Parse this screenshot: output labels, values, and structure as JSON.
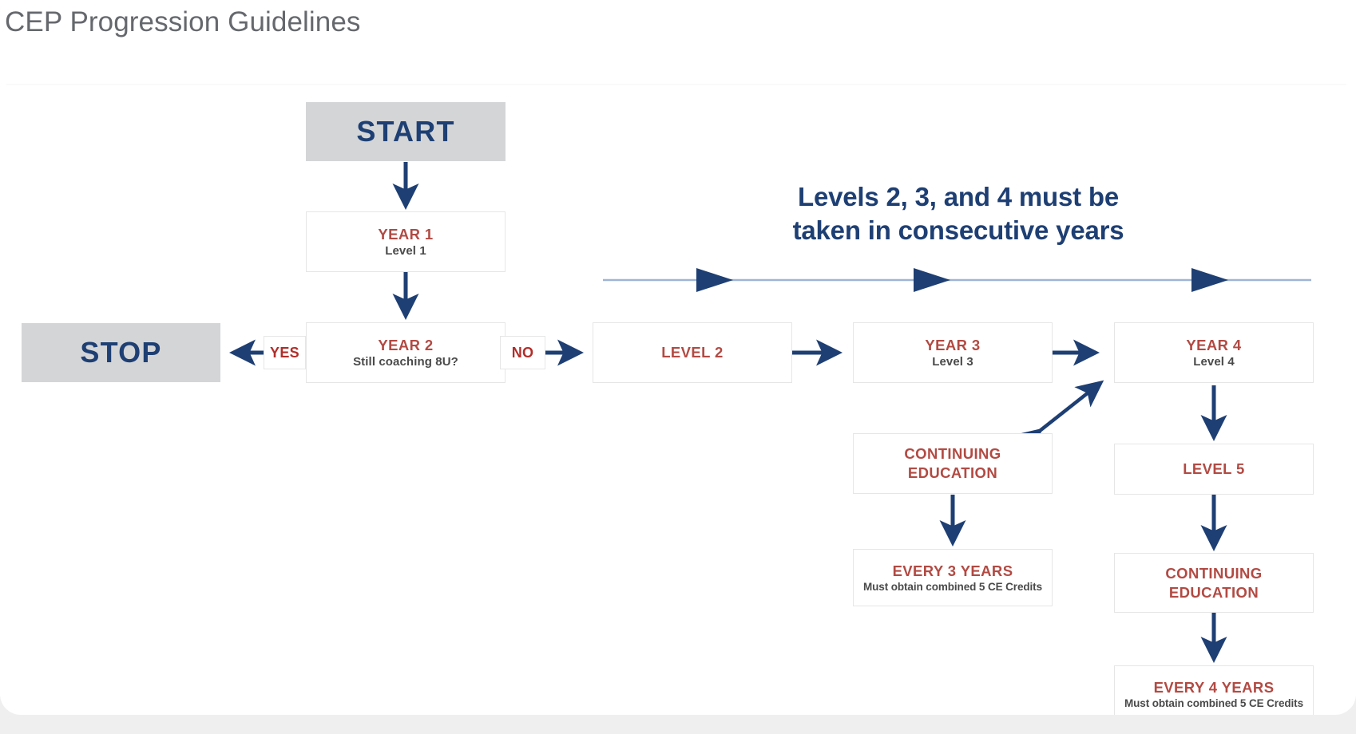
{
  "page": {
    "title": "CEP Progression Guidelines",
    "background_color": "#ffffff",
    "card_background": "#ffffff"
  },
  "colors": {
    "navy": "#1e3f73",
    "red": "#b24a43",
    "gray_fill": "#d4d5d7",
    "box_border": "#e6e6e6",
    "title_gray": "#65686d",
    "light_blue_line": "#9fb4d4"
  },
  "diagram": {
    "type": "flowchart",
    "headline": "Levels 2, 3, and 4 must be\ntaken in consecutive years",
    "nodes": [
      {
        "id": "start",
        "label": "START",
        "sub": "",
        "style": "filled-navy"
      },
      {
        "id": "year1",
        "label": "YEAR 1",
        "sub": "Level 1",
        "style": "white"
      },
      {
        "id": "year2",
        "label": "YEAR 2",
        "sub": "Still coaching 8U?",
        "style": "white"
      },
      {
        "id": "stop",
        "label": "STOP",
        "sub": "",
        "style": "filled-navy"
      },
      {
        "id": "yes",
        "label": "YES",
        "sub": "",
        "style": "tag"
      },
      {
        "id": "no",
        "label": "NO",
        "sub": "",
        "style": "tag"
      },
      {
        "id": "level2",
        "label": "LEVEL 2",
        "sub": "",
        "style": "white"
      },
      {
        "id": "year3",
        "label": "YEAR 3",
        "sub": "Level 3",
        "style": "white"
      },
      {
        "id": "year4",
        "label": "YEAR 4",
        "sub": "Level 4",
        "style": "white"
      },
      {
        "id": "ce_mid",
        "label": "CONTINUING EDUCATION",
        "sub": "",
        "style": "white"
      },
      {
        "id": "every3",
        "label": "EVERY 3 YEARS",
        "sub": "Must obtain combined 5 CE Credits",
        "style": "white"
      },
      {
        "id": "level5",
        "label": "LEVEL 5",
        "sub": "",
        "style": "white"
      },
      {
        "id": "ce_right",
        "label": "CONTINUING EDUCATION",
        "sub": "",
        "style": "white"
      },
      {
        "id": "every4",
        "label": "EVERY 4 YEARS",
        "sub": "Must obtain combined 5 CE Credits",
        "style": "white"
      }
    ],
    "edges": [
      {
        "from": "start",
        "to": "year1",
        "kind": "arrow-down"
      },
      {
        "from": "year1",
        "to": "year2",
        "kind": "arrow-down"
      },
      {
        "from": "year2",
        "to": "stop",
        "kind": "arrow-left",
        "label": "YES"
      },
      {
        "from": "year2",
        "to": "level2",
        "kind": "arrow-right",
        "label": "NO"
      },
      {
        "from": "level2",
        "to": "year3",
        "kind": "arrow-right"
      },
      {
        "from": "year3",
        "to": "year4",
        "kind": "arrow-right"
      },
      {
        "from": "ce_mid",
        "to": "year4",
        "kind": "arrow-double-diagonal"
      },
      {
        "from": "ce_mid",
        "to": "every3",
        "kind": "arrow-down"
      },
      {
        "from": "year4",
        "to": "level5",
        "kind": "arrow-down"
      },
      {
        "from": "level5",
        "to": "ce_right",
        "kind": "arrow-down"
      },
      {
        "from": "ce_right",
        "to": "every4",
        "kind": "arrow-down"
      }
    ],
    "timeline": {
      "description": "horizontal progression line with three arrowheads",
      "arrow_count": 3
    }
  },
  "labels": {
    "start": "START",
    "stop": "STOP",
    "yes": "YES",
    "no": "NO",
    "year1_title": "YEAR 1",
    "year1_sub": "Level 1",
    "year2_title": "YEAR 2",
    "year2_sub": "Still coaching 8U?",
    "level2": "LEVEL 2",
    "year3_title": "YEAR 3",
    "year3_sub": "Level 3",
    "year4_title": "YEAR 4",
    "year4_sub": "Level 4",
    "ce_line1": "CONTINUING",
    "ce_line2": "EDUCATION",
    "every3_title": "EVERY 3 YEARS",
    "every3_sub": "Must obtain combined 5 CE Credits",
    "level5": "LEVEL 5",
    "every4_title": "EVERY 4 YEARS",
    "every4_sub": "Must obtain combined 5 CE Credits",
    "headline_line1": "Levels 2, 3, and 4 must be",
    "headline_line2": "taken in consecutive years"
  }
}
